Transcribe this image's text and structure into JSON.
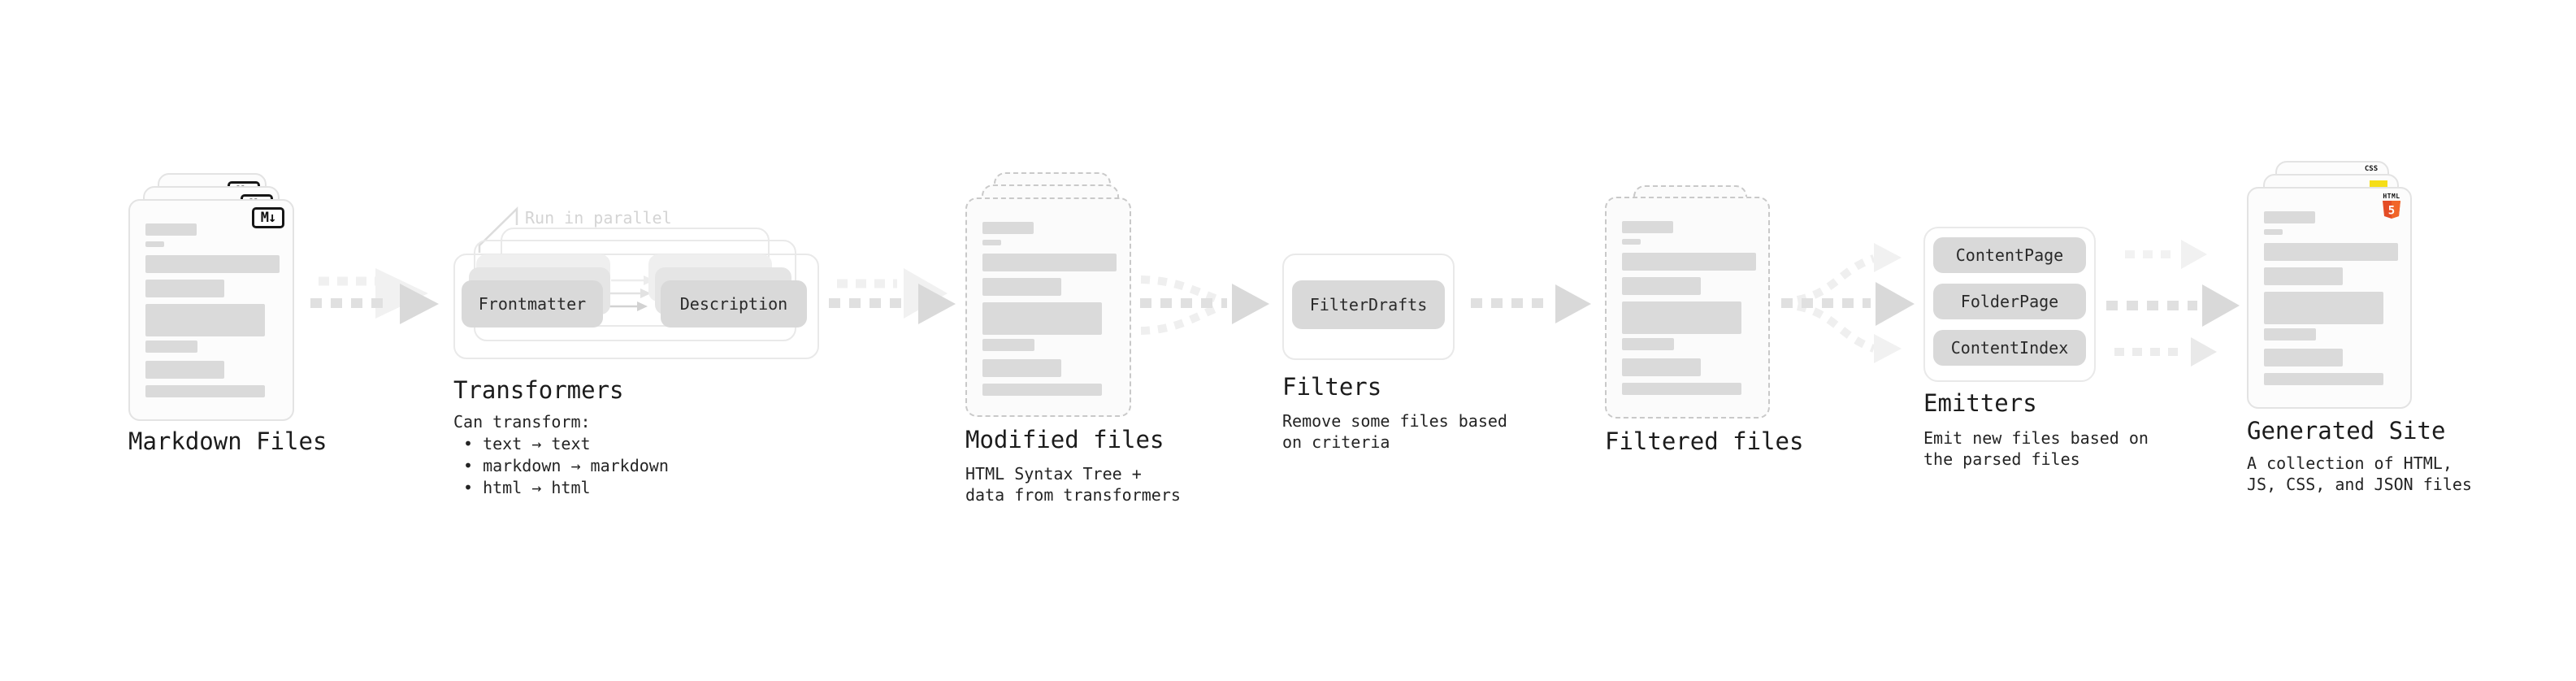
{
  "stages": {
    "markdown": {
      "title": "Markdown Files",
      "badge": "M↓"
    },
    "transformers": {
      "title": "Transformers",
      "annotation": "Run in parallel",
      "pill_left": "Frontmatter",
      "pill_right": "Description",
      "heading": "Can transform:",
      "bullets": [
        "• text → text",
        "• markdown → markdown",
        "• html → html"
      ]
    },
    "modified": {
      "title": "Modified files",
      "desc": [
        "HTML Syntax Tree +",
        "data from transformers"
      ]
    },
    "filters": {
      "title": "Filters",
      "pill": "FilterDrafts",
      "desc": [
        "Remove some files based",
        "on criteria"
      ]
    },
    "filtered": {
      "title": "Filtered files"
    },
    "emitters": {
      "title": "Emitters",
      "pills": [
        "ContentPage",
        "FolderPage",
        "ContentIndex"
      ],
      "desc": [
        "Emit new files based on",
        "the parsed files"
      ]
    },
    "generated": {
      "title": "Generated Site",
      "desc": [
        "A collection of HTML,",
        "JS, CSS, and JSON files"
      ],
      "badge_css": "CSS",
      "badge_html_label": "HTML",
      "badge_html_number": "5"
    }
  },
  "colors": {
    "background": "#ffffff",
    "doc_border": "#e3e3e3",
    "dashed_border": "#c9c9c9",
    "placeholder_bar": "#dadada",
    "pill_fill": "#d9d9d9",
    "arrow_dark": "#e0e0e0",
    "arrow_light": "#f0f0f0",
    "arrowhead": "#d9d9d9",
    "title_text": "#1c1c1c",
    "body_text": "#242424",
    "annotation_text": "#d4d4d4",
    "markdown_badge_border": "#161616",
    "css_blue": "#2965f1",
    "js_yellow": "#f5de19",
    "html5_orange": "#e44d26",
    "html5_orange_light": "#f16529"
  }
}
